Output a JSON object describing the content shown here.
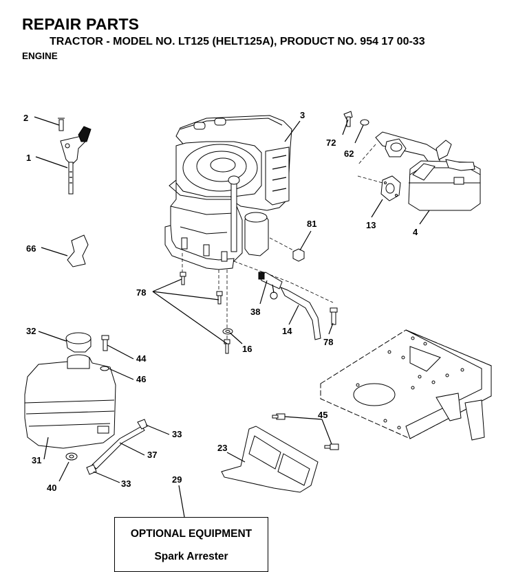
{
  "header": {
    "title": "REPAIR PARTS",
    "subtitle": "TRACTOR - MODEL NO. LT125 (HELT125A), PRODUCT NO. 954 17 00-33",
    "section": "ENGINE"
  },
  "callouts": {
    "c1": "1",
    "c2": "2",
    "c3": "3",
    "c4": "4",
    "c13": "13",
    "c14": "14",
    "c16": "16",
    "c23": "23",
    "c29": "29",
    "c31": "31",
    "c32": "32",
    "c33a": "33",
    "c33b": "33",
    "c37": "37",
    "c38": "38",
    "c40": "40",
    "c44": "44",
    "c45": "45",
    "c46": "46",
    "c62": "62",
    "c66": "66",
    "c72": "72",
    "c78a": "78",
    "c78b": "78",
    "c81": "81"
  },
  "optional_equipment": {
    "title": "OPTIONAL EQUIPMENT",
    "item": "Spark Arrester"
  }
}
